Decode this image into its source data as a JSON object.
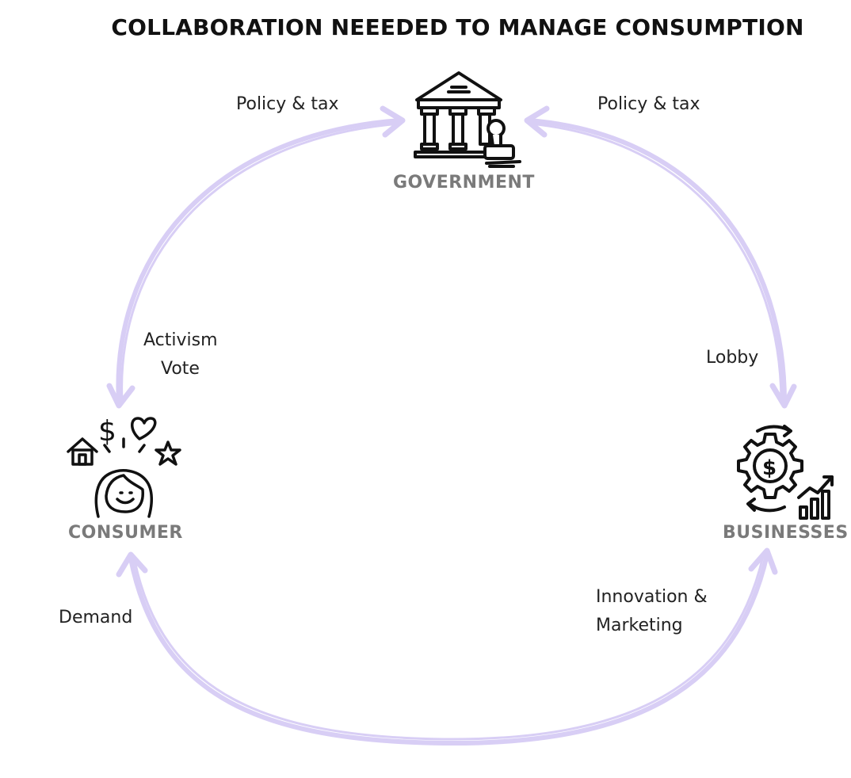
{
  "title": "COLLABORATION NEEEDED TO MANAGE CONSUMPTION",
  "colors": {
    "arrow": "#d8cef5",
    "icon": "#111111",
    "node_label": "#7a7a7a"
  },
  "nodes": {
    "government": {
      "label": "GOVERNMENT",
      "icon": "bank-building-icon"
    },
    "consumer": {
      "label": "CONSUMER",
      "icon": "woman-consumer-icon"
    },
    "businesses": {
      "label": "BUSINESSES",
      "icon": "gear-dollar-growth-icon"
    }
  },
  "edges": {
    "consumer_to_government": {
      "label": "Policy & tax"
    },
    "businesses_to_government": {
      "label": "Policy & tax"
    },
    "government_to_consumer": {
      "line1": "Activism",
      "line2": "Vote"
    },
    "government_to_businesses": {
      "label": "Lobby"
    },
    "businesses_to_consumer": {
      "label": "Demand"
    },
    "consumer_to_businesses": {
      "line1": "Innovation &",
      "line2": "Marketing"
    }
  }
}
